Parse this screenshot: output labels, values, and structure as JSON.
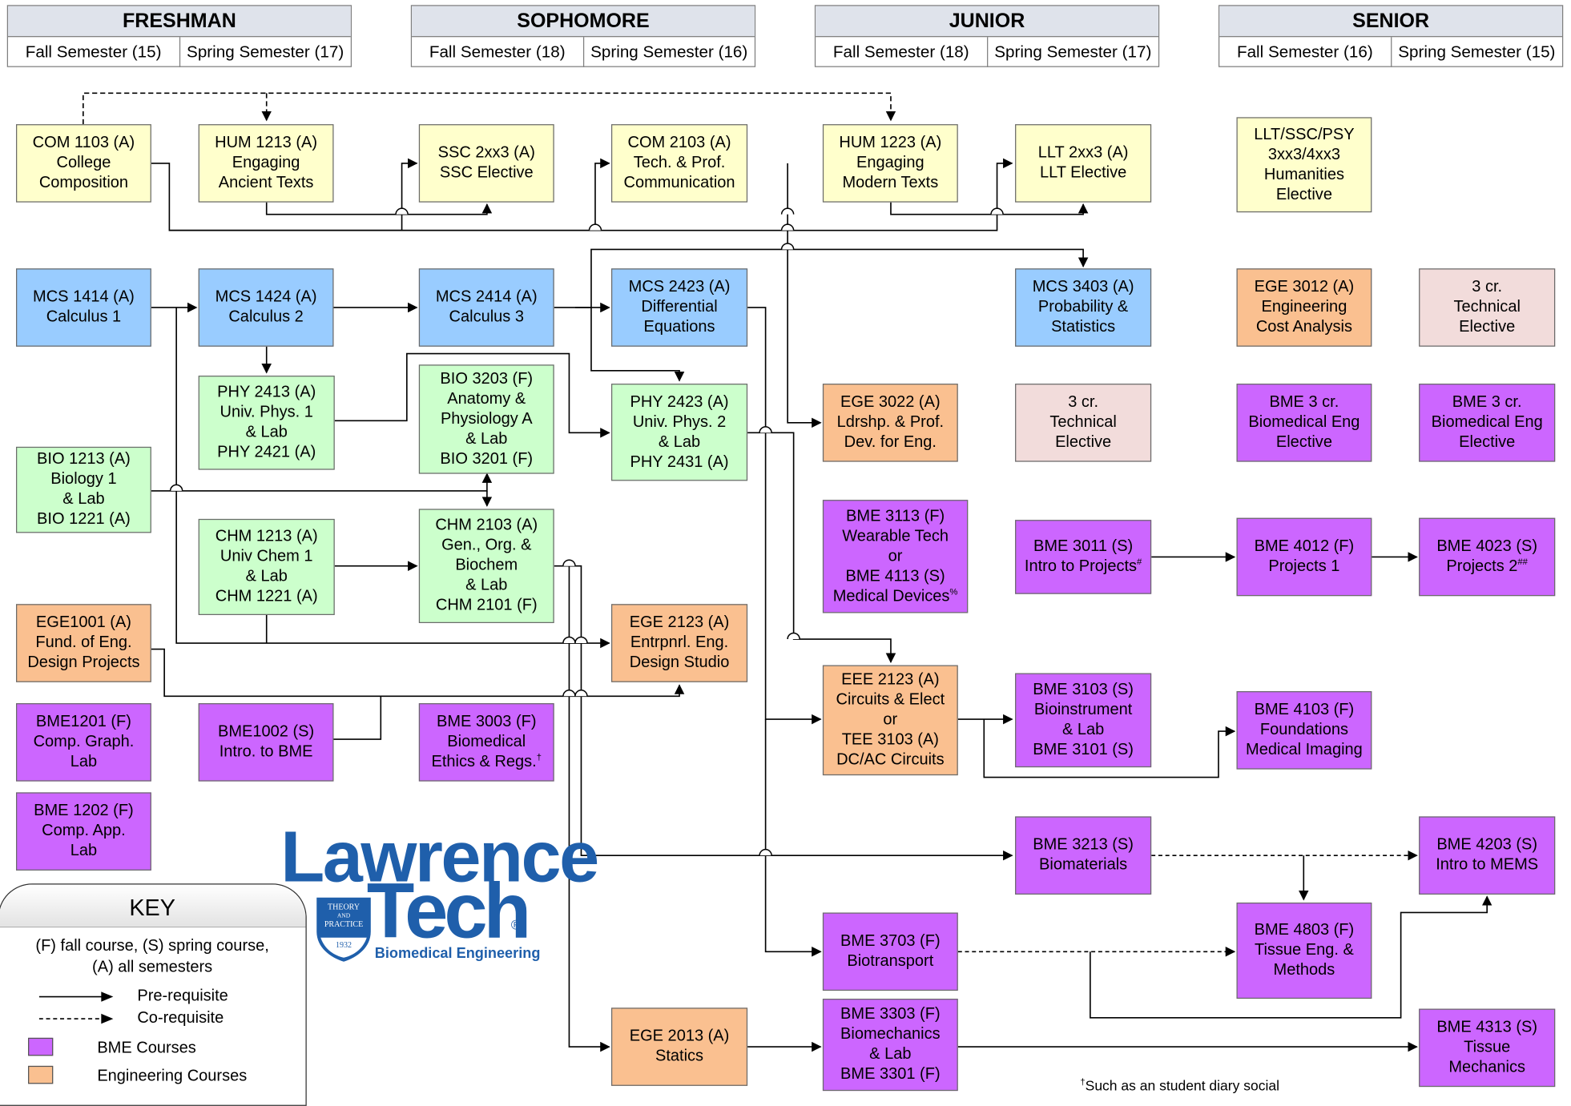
{
  "years": [
    {
      "title": "FRESHMAN",
      "fall": "Fall Semester (15)",
      "spring": "Spring Semester (17)"
    },
    {
      "title": "SOPHOMORE",
      "fall": "Fall Semester (18)",
      "spring": "Spring Semester (16)"
    },
    {
      "title": "JUNIOR",
      "fall": "Fall Semester (18)",
      "spring": "Spring Semester (17)"
    },
    {
      "title": "SENIOR",
      "fall": "Fall Semester (16)",
      "spring": "Spring Semester (15)"
    }
  ],
  "courses": {
    "com1103": [
      "COM 1103 (A)",
      "College",
      "Composition"
    ],
    "hum1213": [
      "HUM 1213 (A)",
      "Engaging",
      "Ancient Texts"
    ],
    "ssc2xx3": [
      "SSC 2xx3 (A)",
      "SSC Elective"
    ],
    "com2103": [
      "COM 2103 (A)",
      "Tech. & Prof.",
      "Communication"
    ],
    "hum1223": [
      "HUM 1223 (A)",
      "Engaging",
      "Modern Texts"
    ],
    "llt2xx3": [
      "LLT 2xx3 (A)",
      "LLT Elective"
    ],
    "llt_sr": [
      "LLT/SSC/PSY",
      "3xx3/4xx3",
      "Humanities",
      "Elective"
    ],
    "mcs1414": [
      "MCS 1414 (A)",
      "Calculus 1"
    ],
    "mcs1424": [
      "MCS 1424 (A)",
      "Calculus 2"
    ],
    "mcs2414": [
      "MCS 2414 (A)",
      "Calculus 3"
    ],
    "mcs2423": [
      "MCS 2423 (A)",
      "Differential",
      "Equations"
    ],
    "mcs3403": [
      "MCS 3403 (A)",
      "Probability &",
      "Statistics"
    ],
    "ege3012": [
      "EGE 3012 (A)",
      "Engineering",
      "Cost Analysis"
    ],
    "tech_sr": [
      "3 cr.",
      "Technical",
      "Elective"
    ],
    "phy2413": [
      "PHY 2413 (A)",
      "Univ. Phys. 1",
      "& Lab",
      "PHY 2421 (A)"
    ],
    "bio3203": [
      "BIO 3203 (F)",
      "Anatomy &",
      "Physiology A",
      "& Lab",
      "BIO 3201 (F)"
    ],
    "phy2423": [
      "PHY 2423 (A)",
      "Univ. Phys. 2",
      "& Lab",
      "PHY 2431 (A)"
    ],
    "ege3022": [
      "EGE 3022 (A)",
      "Ldrshp. & Prof.",
      "Dev. for Eng."
    ],
    "tech_jr": [
      "3 cr.",
      "Technical",
      "Elective"
    ],
    "bme_el1": [
      "BME 3 cr.",
      "Biomedical Eng",
      "Elective"
    ],
    "bme_el2": [
      "BME 3 cr.",
      "Biomedical Eng",
      "Elective"
    ],
    "bio1213": [
      "BIO 1213 (A)",
      "Biology 1",
      "& Lab",
      "BIO 1221 (A)"
    ],
    "chm1213": [
      "CHM 1213 (A)",
      "Univ Chem 1",
      "& Lab",
      "CHM 1221 (A)"
    ],
    "chm2103": [
      "CHM 2103 (A)",
      "Gen., Org. &",
      "Biochem",
      "& Lab",
      "CHM 2101 (F)"
    ],
    "bme3113": [
      "BME 3113 (F)",
      "Wearable Tech",
      "or",
      "BME 4113 (S)",
      "Medical Devices"
    ],
    "bme3011": [
      "BME 3011 (S)",
      "Intro to Projects"
    ],
    "bme4012": [
      "BME 4012 (F)",
      "Projects 1"
    ],
    "bme4023": [
      "BME 4023 (S)",
      "Projects 2"
    ],
    "ege1001": [
      "EGE1001 (A)",
      "Fund. of Eng.",
      "Design Projects"
    ],
    "ege2123": [
      "EGE 2123 (A)",
      "Entrpnrl. Eng.",
      "Design Studio"
    ],
    "eee2123": [
      "EEE 2123 (A)",
      "Circuits & Elect",
      "or",
      "TEE 3103 (A)",
      "DC/AC Circuits"
    ],
    "bme3103": [
      "BME 3103 (S)",
      "Bioinstrument",
      "& Lab",
      "BME 3101 (S)"
    ],
    "bme4103": [
      "BME 4103 (F)",
      "Foundations",
      "Medical Imaging"
    ],
    "bme1201": [
      "BME1201 (F)",
      "Comp. Graph.",
      "Lab"
    ],
    "bme1002": [
      "BME1002 (S)",
      "Intro. to BME"
    ],
    "bme3003": [
      "BME 3003 (F)",
      "Biomedical",
      "Ethics & Regs."
    ],
    "bme1202": [
      "BME 1202 (F)",
      "Comp. App.",
      "Lab"
    ],
    "bme3213": [
      "BME 3213 (S)",
      "Biomaterials"
    ],
    "bme4203": [
      "BME 4203 (S)",
      "Intro to MEMS"
    ],
    "bme4803": [
      "BME 4803 (F)",
      "Tissue Eng. &",
      "Methods"
    ],
    "bme3703": [
      "BME 3703 (F)",
      "Biotransport"
    ],
    "ege2013": [
      "EGE 2013 (A)",
      "Statics"
    ],
    "bme3303": [
      "BME 3303 (F)",
      "Biomechanics",
      "& Lab",
      "BME 3301 (F)"
    ],
    "bme4313": [
      "BME 4313 (S)",
      "Tissue",
      "Mechanics"
    ]
  },
  "footnote_marks": {
    "bme3113": "%",
    "bme3011": "#",
    "bme4023": "##",
    "bme3003": "†"
  },
  "key": {
    "title": "KEY",
    "line1": "(F) fall course, (S) spring course,",
    "line2": "(A)  all semesters",
    "prereq": "Pre-requisite",
    "coreq": "Co-requisite",
    "bme": "BME Courses",
    "eng": "Engineering Courses"
  },
  "logo": {
    "word1": "Lawrence",
    "word2": "Tech",
    "reg": "®",
    "shield_top": "THEORY",
    "shield_mid": "AND",
    "shield_bot": "PRACTICE",
    "shield_year": "1932",
    "subtitle": "Biomedical Engineering"
  },
  "footnote": {
    "mark": "†",
    "text": "Such as an student diary social"
  },
  "colors": {
    "humanities": "#ffffcc",
    "math": "#99ccff",
    "science": "#ccffcc",
    "engineering": "#fac090",
    "bme": "#cc66ff",
    "technical": "#f2dcdb",
    "logo": "#1f5fab"
  }
}
